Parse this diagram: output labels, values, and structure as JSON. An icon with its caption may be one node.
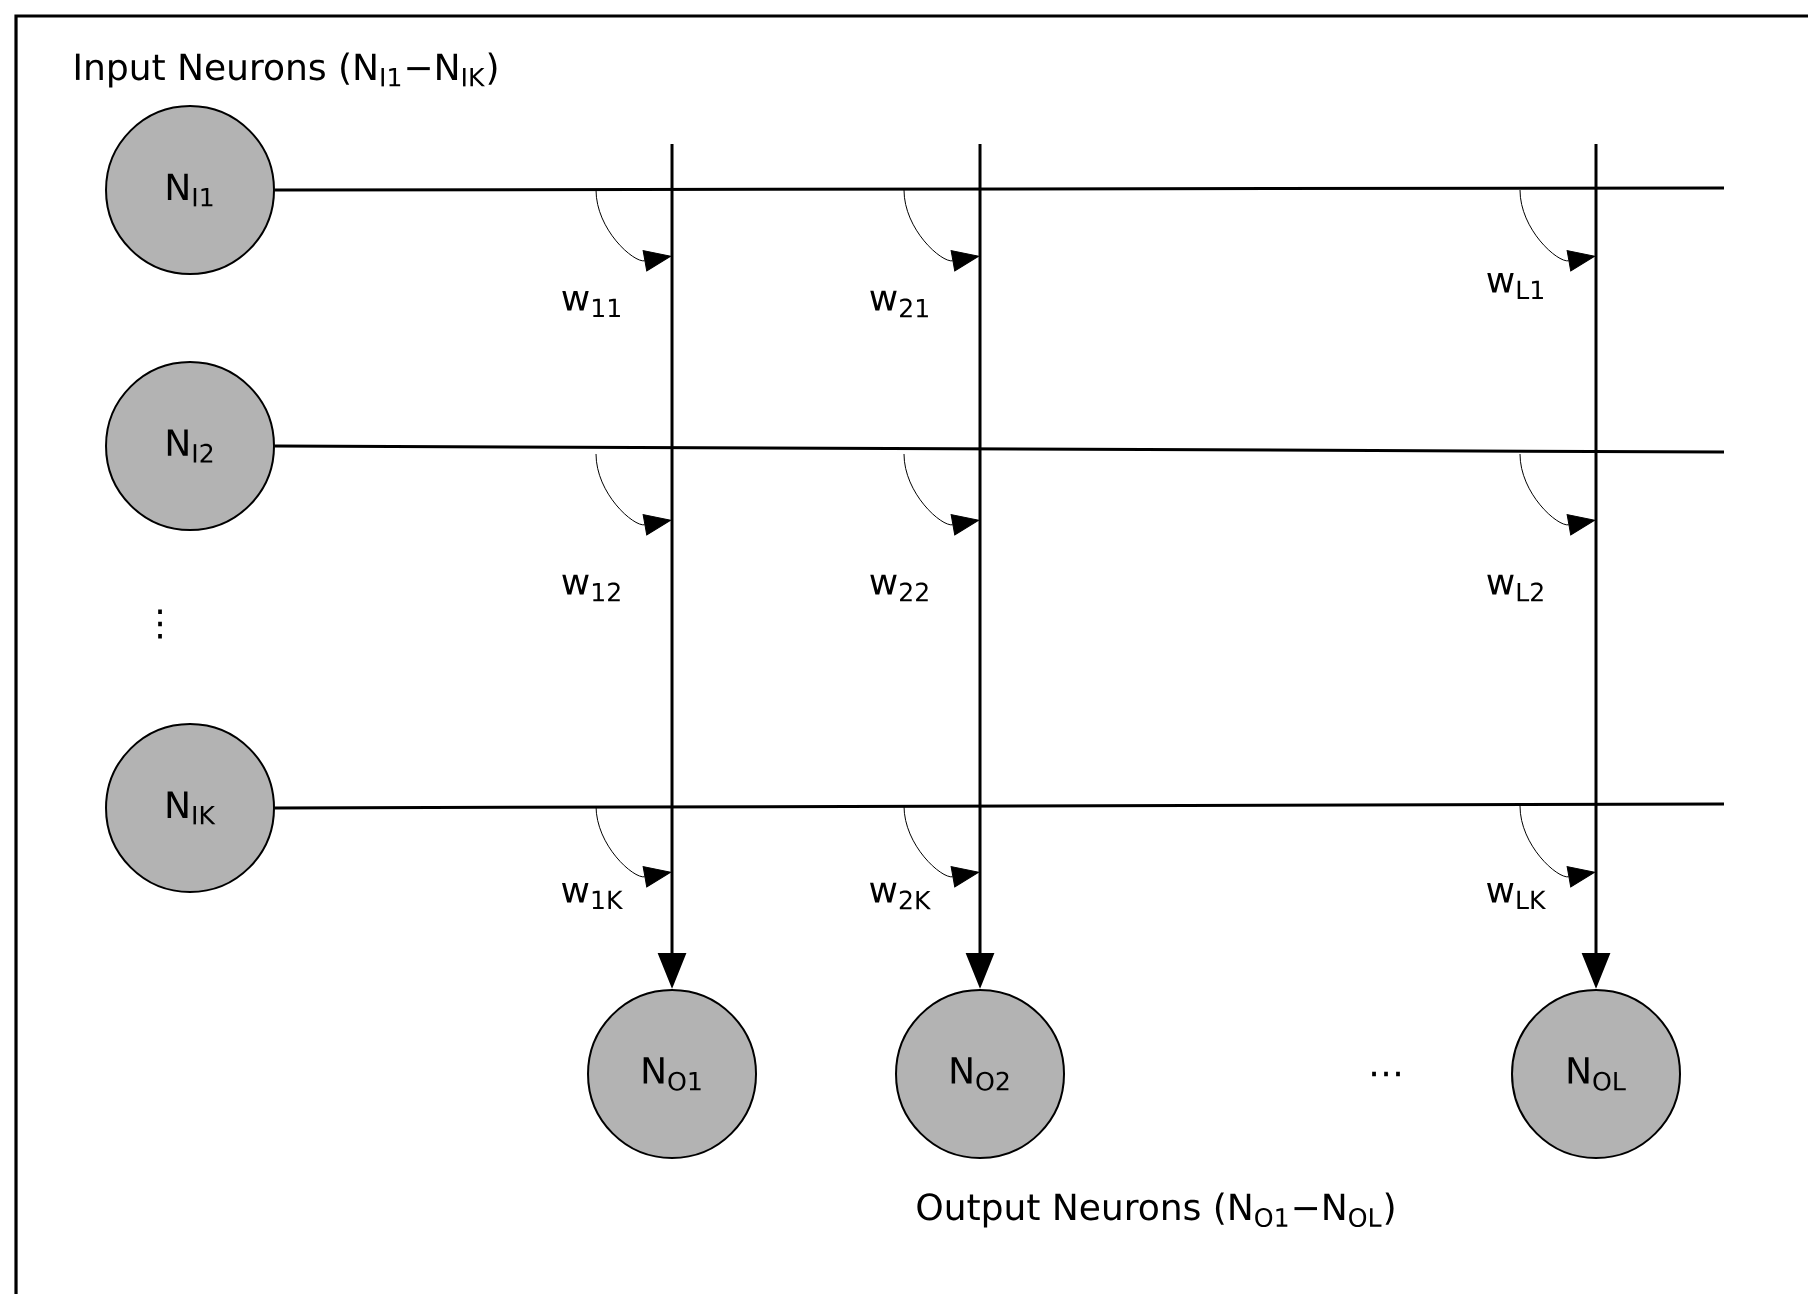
{
  "diagram": {
    "nodes": [
      {
        "text": [
          "N$_{I1}$"
        ]
      },
      {
        "text": [
          "N$_{I2}$"
        ]
      },
      {
        "text": [
          "N$_{IK}$"
        ]
      },
      {
        "text": [
          "N$_{O1}$"
        ]
      },
      {
        "text": [
          "N$_{O2}$"
        ]
      },
      {
        "text": [
          "N$_{OL}$"
        ]
      }
    ],
    "edges": [
      {
        "from": 0,
        "to": null,
        "arrow": "none"
      },
      {
        "from": 1,
        "to": null,
        "arrow": "none"
      },
      {
        "from": 2,
        "to": null,
        "arrow": "none"
      },
      {
        "from": null,
        "to": 3,
        "arrow": "to"
      },
      {
        "from": null,
        "to": 4,
        "arrow": "to"
      },
      {
        "from": null,
        "to": 5,
        "arrow": "to"
      }
    ],
    "labels": [
      "Input Neurons (N$_{I1}$−N$_{IK}$)",
      "w$_{11}$",
      "w$_{21}$",
      "w$_{L1}$",
      "w$_{12}$",
      "w$_{22}$",
      "w$_{L2}$",
      "⋮",
      "w$_{1K}$",
      "w$_{2K}$",
      "w$_{LK}$",
      "…",
      "Output Neurons (N$_{O1}$−N$_{OL}$)"
    ]
  }
}
